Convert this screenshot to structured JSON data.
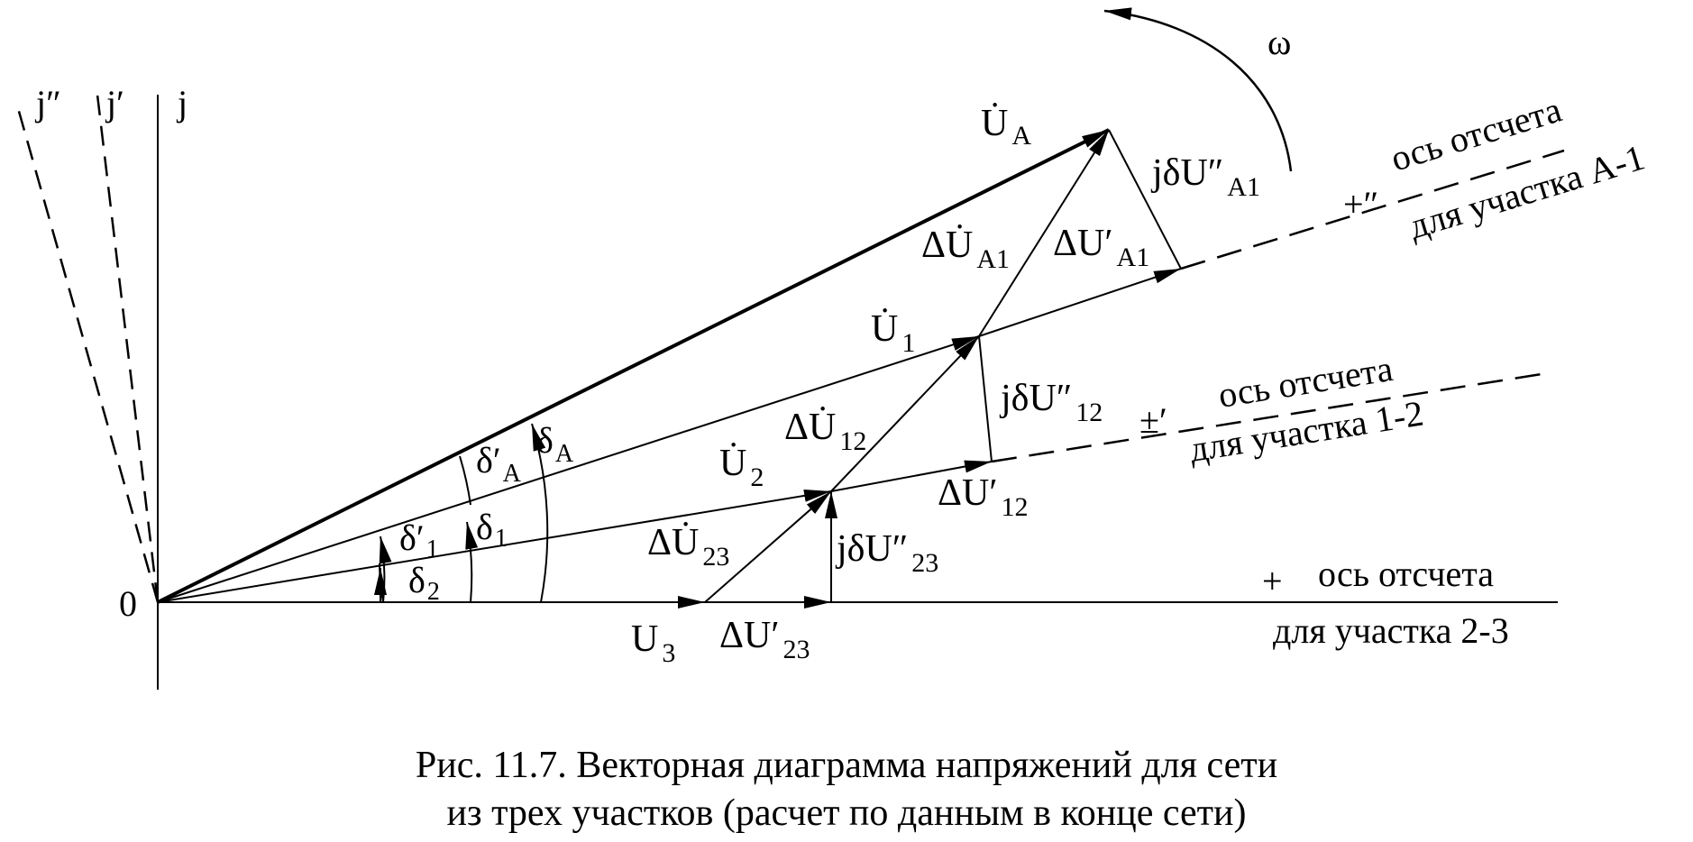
{
  "axes": {
    "j": "j",
    "j1": "j′",
    "j2": "j″",
    "origin": "0"
  },
  "rotation": "ω",
  "vectors": {
    "UA": "U̇",
    "UA_sub": "A",
    "U1": "U̇",
    "U1_sub": "1",
    "U2": "U̇",
    "U2_sub": "2",
    "U3": "U",
    "U3_sub": "3"
  },
  "drops": {
    "dUA1": "ΔU̇",
    "dUA1_sub": "A1",
    "dUA1p": "ΔU′",
    "dUA1p_sub": "A1",
    "jdUA1": "jδU″",
    "jdUA1_sub": "A1",
    "dU12": "ΔU̇",
    "dU12_sub": "12",
    "dU12p": "ΔU′",
    "dU12p_sub": "12",
    "jdU12": "jδU″",
    "jdU12_sub": "12",
    "dU23": "ΔU̇",
    "dU23_sub": "23",
    "dU23p": "ΔU′",
    "dU23p_sub": "23",
    "jdU23": "jδU″",
    "jdU23_sub": "23"
  },
  "angles": {
    "dA": "δ",
    "dA_sub": "A",
    "dAp": "δ′",
    "dAp_sub": "A",
    "d1": "δ",
    "d1_sub": "1",
    "d1p": "δ′",
    "d1p_sub": "1",
    "d2": "δ",
    "d2_sub": "2"
  },
  "ref_axes": {
    "ax23_sign": "+",
    "ax23_line1": "ось отсчета",
    "ax23_line2": "для участка 2-3",
    "ax12_sign": "±′",
    "ax12_line1": "ось отсчета",
    "ax12_line2": "для участка 1-2",
    "axA1_sign": "+″",
    "axA1_line1": "ось отсчета",
    "axA1_line2": "для участка А-1"
  },
  "caption": {
    "line1": "Рис. 11.7. Векторная диаграмма напряжений для сети",
    "line2": "из трех участков (расчет по данным в конце сети)"
  }
}
